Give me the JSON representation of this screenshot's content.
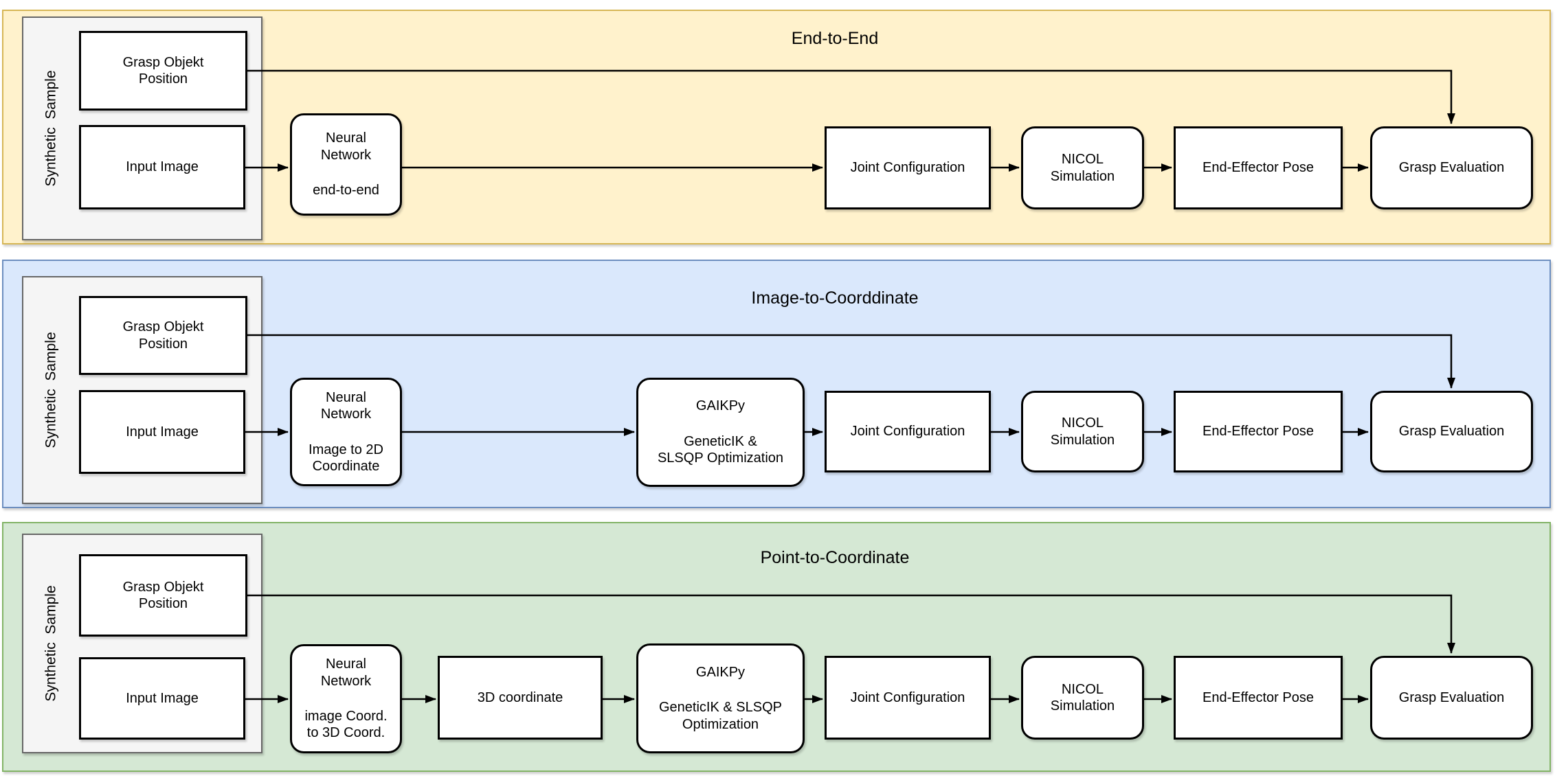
{
  "panels": [
    {
      "id": "end-to-end",
      "title": "End-to-End",
      "colors": {
        "fill": "#FFF2CC",
        "stroke": "#D6B656"
      },
      "sample": {
        "label": "Synthetic  Sample",
        "grasp_position_lines": [
          "Grasp Objekt",
          "Position"
        ],
        "input_image": "Input Image"
      },
      "neural_network": {
        "title_lines": [
          "Neural",
          "Network"
        ],
        "subtitle_lines": [
          "end-to-end"
        ]
      },
      "joint_configuration": "Joint Configuration",
      "nicol_simulation_lines": [
        "NICOL",
        "Simulation"
      ],
      "end_effector_pose": "End-Effector Pose",
      "grasp_evaluation": "Grasp Evaluation"
    },
    {
      "id": "image-to-coordinate",
      "title": "Image-to-Coorddinate",
      "colors": {
        "fill": "#DAE8FC",
        "stroke": "#6C8EBF"
      },
      "sample": {
        "label": "Synthetic  Sample",
        "grasp_position_lines": [
          "Grasp Objekt",
          "Position"
        ],
        "input_image": "Input Image"
      },
      "neural_network": {
        "title_lines": [
          "Neural",
          "Network"
        ],
        "subtitle_lines": [
          "Image to 2D",
          "Coordinate"
        ]
      },
      "gaikpy": {
        "title": "GAIKPy",
        "subtitle_lines": [
          "GeneticIK &",
          "SLSQP Optimization"
        ]
      },
      "joint_configuration": "Joint Configuration",
      "nicol_simulation_lines": [
        "NICOL",
        "Simulation"
      ],
      "end_effector_pose": "End-Effector Pose",
      "grasp_evaluation": "Grasp Evaluation"
    },
    {
      "id": "point-to-coordinate",
      "title": "Point-to-Coordinate",
      "colors": {
        "fill": "#D5E8D4",
        "stroke": "#82B366"
      },
      "sample": {
        "label": "Synthetic  Sample",
        "grasp_position_lines": [
          "Grasp Objekt",
          "Position"
        ],
        "input_image": "Input Image"
      },
      "neural_network": {
        "title_lines": [
          "Neural",
          "Network"
        ],
        "subtitle_lines": [
          "image Coord.",
          "to 3D Coord."
        ]
      },
      "coordinate_3d": "3D coordinate",
      "gaikpy": {
        "title": "GAIKPy",
        "subtitle_lines": [
          "GeneticIK & SLSQP",
          "Optimization"
        ]
      },
      "joint_configuration": "Joint Configuration",
      "nicol_simulation_lines": [
        "NICOL",
        "Simulation"
      ],
      "end_effector_pose": "End-Effector Pose",
      "grasp_evaluation": "Grasp Evaluation"
    }
  ]
}
